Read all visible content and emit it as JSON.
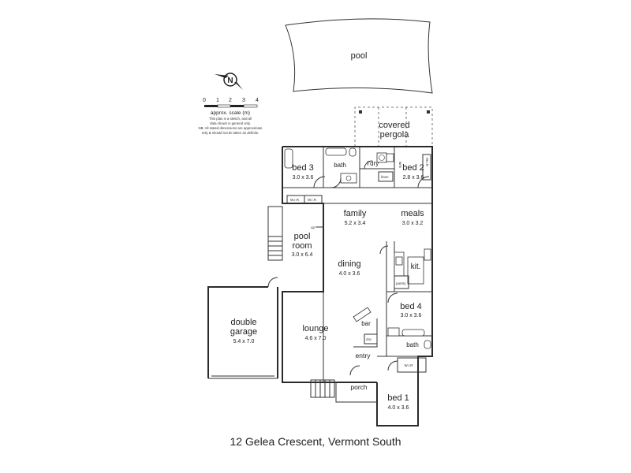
{
  "rooms": {
    "pool": {
      "name": "pool"
    },
    "covered_pergola": {
      "line1": "covered",
      "line2": "pergola"
    },
    "bed3": {
      "name": "bed 3",
      "dims": "3.0 x 3.6"
    },
    "bath_upper": {
      "name": "bath"
    },
    "laundry": {
      "name": "l'dry"
    },
    "bed2": {
      "name": "bed 2",
      "dims": "2.8 x 3.6"
    },
    "family": {
      "name": "family",
      "dims": "5.2 x 3.4"
    },
    "meals": {
      "name": "meals",
      "dims": "3.0 x 3.2"
    },
    "pool_room": {
      "line1": "pool",
      "line2": "room",
      "dims": "3.0 x 6.4"
    },
    "dining": {
      "name": "dining",
      "dims": "4.0 x 3.6"
    },
    "kitchen": {
      "name": "kit."
    },
    "bed4": {
      "name": "bed 4",
      "dims": "3.0 x 3.6"
    },
    "double_garage": {
      "line1": "double",
      "line2": "garage",
      "dims": "5.4 x 7.0"
    },
    "lounge": {
      "name": "lounge",
      "dims": "4.6 x 7.0"
    },
    "bar": {
      "name": "bar"
    },
    "bath_lower": {
      "name": "bath"
    },
    "entry": {
      "name": "entry"
    },
    "porch": {
      "name": "porch"
    },
    "bed1": {
      "name": "bed 1",
      "dims": "4.0 x 3.6"
    }
  },
  "small_labels": {
    "wir_1": "W.I.R",
    "wir_2": "W.I.R",
    "wir_3": "W.I.R",
    "wir_4": "W.I.R",
    "linen": "linen",
    "pantry": "pantry",
    "clsr": "clsr",
    "up": "up",
    "wm": "w/m"
  },
  "scale_bar": {
    "ticks": [
      "0",
      "1",
      "2",
      "3",
      "4"
    ],
    "caption": "approx. scale (m)",
    "note_lines": [
      "This plan is a sketch, and all",
      "data shown is general only.",
      "NB: All stated dimensions are approximate",
      "only & should not be taken as definite."
    ]
  },
  "compass": {
    "letter": "N"
  },
  "address": "12 Gelea Crescent, Vermont South"
}
